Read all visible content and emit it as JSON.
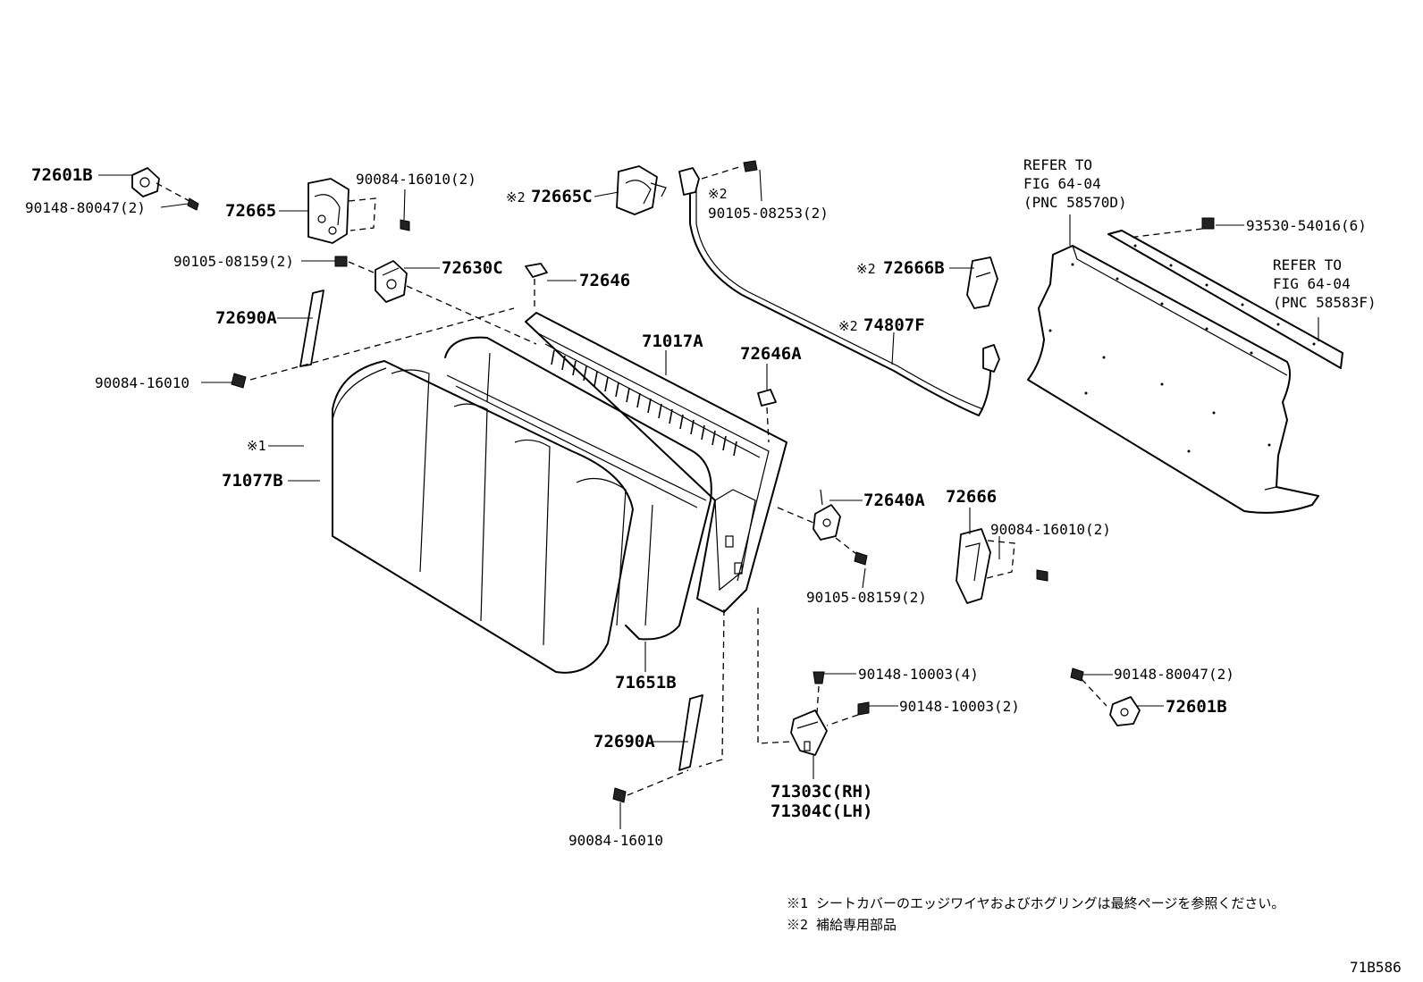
{
  "labels": {
    "p72601B_tl": "72601B",
    "p90148_80047_tl": "90148-80047(2)",
    "p72665": "72665",
    "p90084_16010_2_top": "90084-16010(2)",
    "p90105_08159_2_left": "90105-08159(2)",
    "p72630C": "72630C",
    "p72690A_top": "72690A",
    "p90084_16010_left": "90084-16010",
    "p72665C": "72665C",
    "p72665C_mark": "※2",
    "p90105_08253_mark": "※2",
    "p90105_08253": "90105-08253(2)",
    "p72646": "72646",
    "p71017A": "71017A",
    "p72646A": "72646A",
    "p72666B_mark": "※2",
    "p72666B": "72666B",
    "p74807F_mark": "※2",
    "p74807F": "74807F",
    "refer1_l1": "REFER TO",
    "refer1_l2": "FIG 64-04",
    "refer1_l3": "(PNC 58570D)",
    "p93530": "93530-54016(6)",
    "refer2_l1": "REFER TO",
    "refer2_l2": "FIG 64-04",
    "refer2_l3": "(PNC 58583F)",
    "mark1": "※1",
    "p71077B": "71077B",
    "p72640A": "72640A",
    "p72666": "72666",
    "p90084_16010_2_right": "90084-16010(2)",
    "p90105_08159_2_mid": "90105-08159(2)",
    "p90148_10003_4": "90148-10003(4)",
    "p90148_10003_2": "90148-10003(2)",
    "p90148_80047_br": "90148-80047(2)",
    "p72601B_br": "72601B",
    "p71651B": "71651B",
    "p72690A_bot": "72690A",
    "p71303C": "71303C(RH)",
    "p71304C": "71304C(LH)",
    "p90084_16010_bot": "90084-16010",
    "footnote1": "※1 シートカバーのエッジワイヤおよびホグリングは最終ページを参照ください。",
    "footnote2": "※2 補給専用部品",
    "figure_id": "71B586"
  }
}
